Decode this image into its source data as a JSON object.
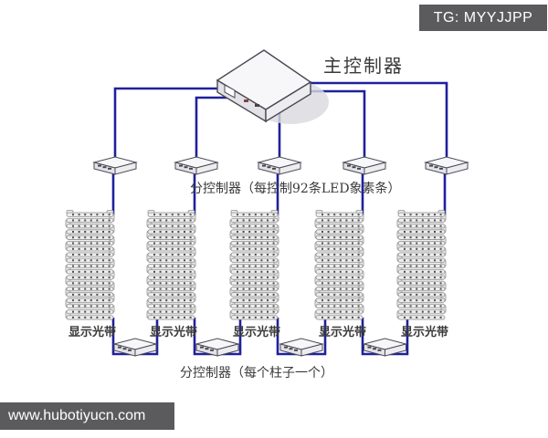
{
  "watermarks": {
    "top_right": "TG: MYYJJPP",
    "bottom_left": "www.hubotiyucn.com"
  },
  "diagram": {
    "main_controller_label": "主控制器",
    "top_sub_controller_label": "分控制器（每控制92条LED象素条）",
    "bottom_sub_controller_label": "分控制器（每个柱子一个）",
    "strip_label": "显示光带",
    "strip_count": 5,
    "top_sub_controller_count": 5,
    "bottom_sub_controller_count": 4,
    "strip_rows": 19,
    "leds_per_row": 7
  },
  "colors": {
    "wire": "#20209d",
    "outline": "#4a4a55",
    "device_top": "#f7f7f9",
    "device_left": "#e2e2e7",
    "device_right": "#ededf0",
    "device_grille": "#44444c",
    "bar_fill": "#ececec",
    "bar_stroke": "#8f8f8f",
    "led_dot": "#4f4f4f",
    "shadow": "#d9d9de",
    "port_fill": "#ffffff",
    "dot_red": "#8a4040",
    "watermark_bg": "#5b5b5d",
    "watermark_text": "#ffffff",
    "label_text": "#3a3a3a"
  }
}
